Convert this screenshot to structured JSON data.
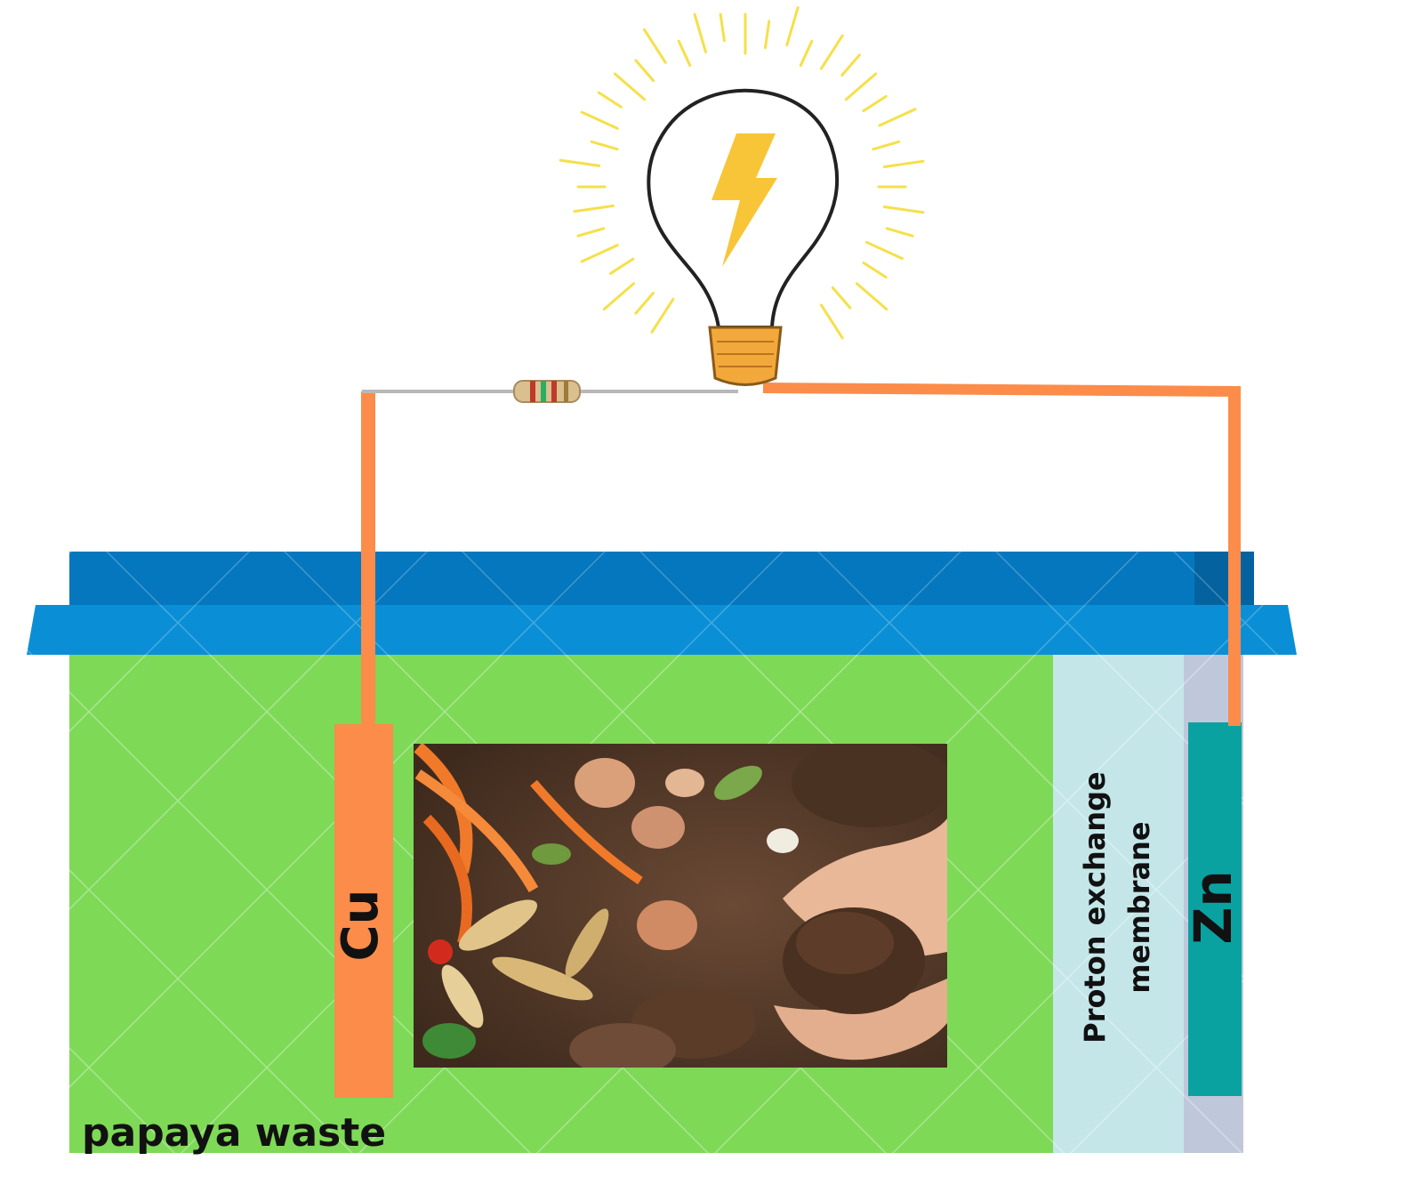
{
  "labels": {
    "copper_electrode": "Cu",
    "zinc_electrode": "Zn",
    "membrane_line1": "Proton exchange",
    "membrane_line2": "membrane",
    "substrate": "papaya waste"
  },
  "icons": {
    "bulb": "light-bulb-icon",
    "bolt": "lightning-bolt-icon",
    "resistor": "resistor-icon"
  },
  "colors": {
    "wire": "#fb8c4a",
    "chamber": "#7ed957",
    "lid_dark": "#0477be",
    "lid_light": "#0a8fd6",
    "membrane": "#c4e6e9",
    "zinc": "#0aa1a1",
    "copper": "#fb8c4a",
    "bulb_glow": "#f5e04a",
    "bolt": "#f7c537",
    "bulb_base": "#f2a83a"
  }
}
